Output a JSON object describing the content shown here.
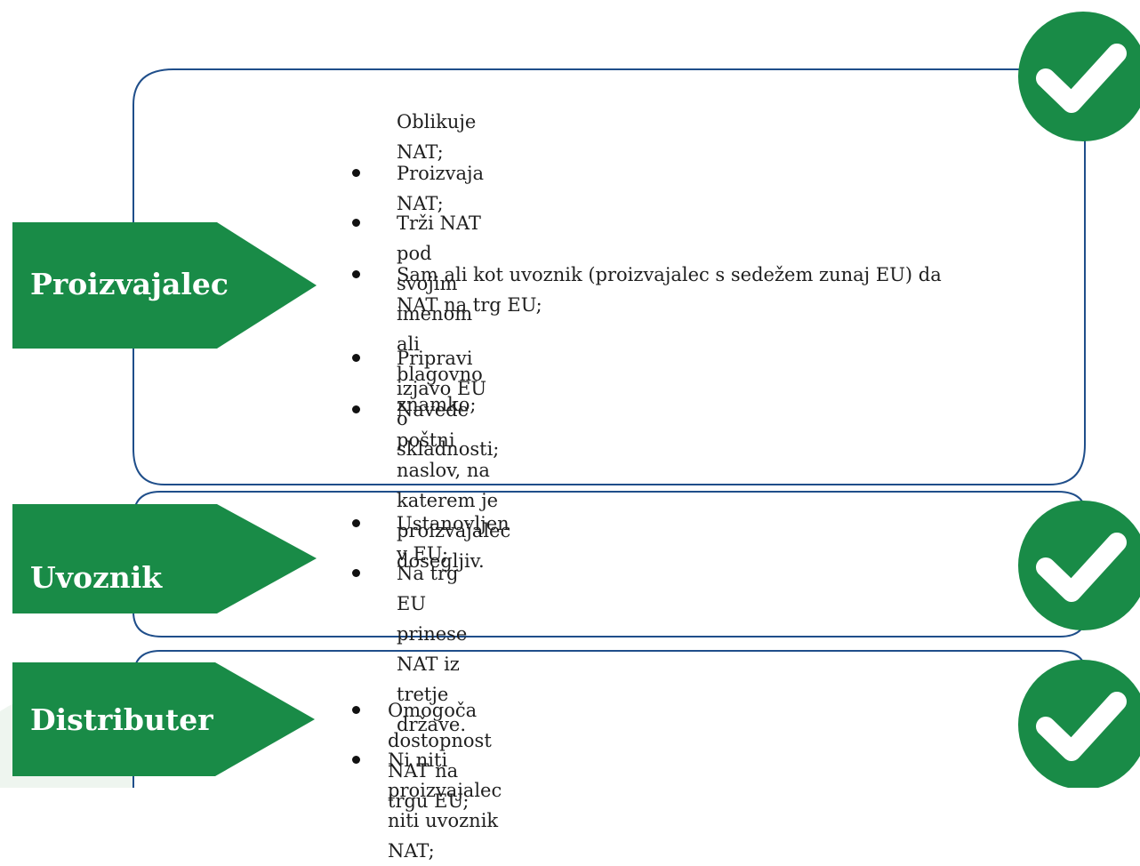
{
  "colors": {
    "accent_green": "#198b47",
    "frame_blue": "#1f4e8a",
    "text": "#1f1f1f"
  },
  "sections": [
    {
      "label": "Proizvajalec",
      "items": [
        "Oblikuje NAT;",
        "Proizvaja NAT;",
        "Trži NAT pod svojim imenom ali blagovno znamko;",
        "Sam ali kot uvoznik (proizvajalec s sedežem zunaj EU) da NAT na trg EU;",
        "Pripravi izjavo EU o skladnosti;",
        "Navede poštni naslov, na katerem je proizvajalec dosegljiv."
      ]
    },
    {
      "label": "Uvoznik",
      "items": [
        "Ustanovljen v EU;",
        "Na trg EU prinese NAT iz tretje države."
      ]
    },
    {
      "label": "Distributer",
      "items": [
        "Omogoča dostopnost NAT na trgu EU;",
        "Ni niti proizvajalec niti uvoznik NAT;"
      ]
    }
  ],
  "icons": [
    "check-circle-icon",
    "check-circle-icon",
    "check-circle-icon"
  ]
}
